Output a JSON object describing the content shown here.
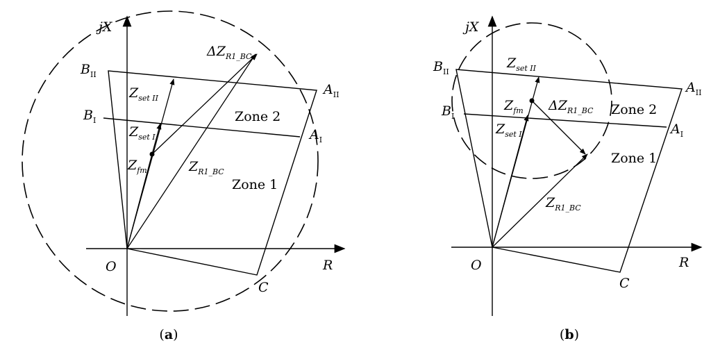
{
  "colors": {
    "stroke": "#000000",
    "background": "#ffffff"
  },
  "panels": [
    {
      "id": "a",
      "caption_letter": "a",
      "axis_labels": {
        "y": "jX",
        "x": "R",
        "origin": "O"
      },
      "vertices": {
        "b2": {
          "main": "B",
          "sub": "II"
        },
        "b1": {
          "main": "B",
          "sub": "I"
        },
        "a2": {
          "main": "A",
          "sub": "II"
        },
        "a1": {
          "main": "A",
          "sub": "I"
        },
        "c": {
          "main": "C"
        }
      },
      "vectors": {
        "zset2": {
          "main": "Z",
          "sub": "set II"
        },
        "zset1": {
          "main": "Z",
          "sub": "set I"
        },
        "zfm": {
          "main": "Z",
          "sub": "fm"
        },
        "zr1bc": {
          "main": "Z",
          "sub": "R1_BC"
        },
        "dzr1bc": {
          "main": "ΔZ",
          "sub": "R1_BC"
        }
      },
      "zones": {
        "zone1": "Zone 1",
        "zone2": "Zone 2"
      }
    },
    {
      "id": "b",
      "caption_letter": "b",
      "axis_labels": {
        "y": "jX",
        "x": "R",
        "origin": "O"
      },
      "vertices": {
        "b2": {
          "main": "B",
          "sub": "II"
        },
        "b1": {
          "main": "B",
          "sub": "I"
        },
        "a2": {
          "main": "A",
          "sub": "II"
        },
        "a1": {
          "main": "A",
          "sub": "I"
        },
        "c": {
          "main": "C"
        }
      },
      "vectors": {
        "zset2": {
          "main": "Z",
          "sub": "set II"
        },
        "zset1": {
          "main": "Z",
          "sub": "set I"
        },
        "zfm": {
          "main": "Z",
          "sub": "fm"
        },
        "zr1bc": {
          "main": "Z",
          "sub": "R1_BC"
        },
        "dzr1bc": {
          "main": "ΔZ",
          "sub": "R1_BC"
        }
      },
      "zones": {
        "zone1": "Zone 1",
        "zone2": "Zone 2"
      }
    }
  ]
}
